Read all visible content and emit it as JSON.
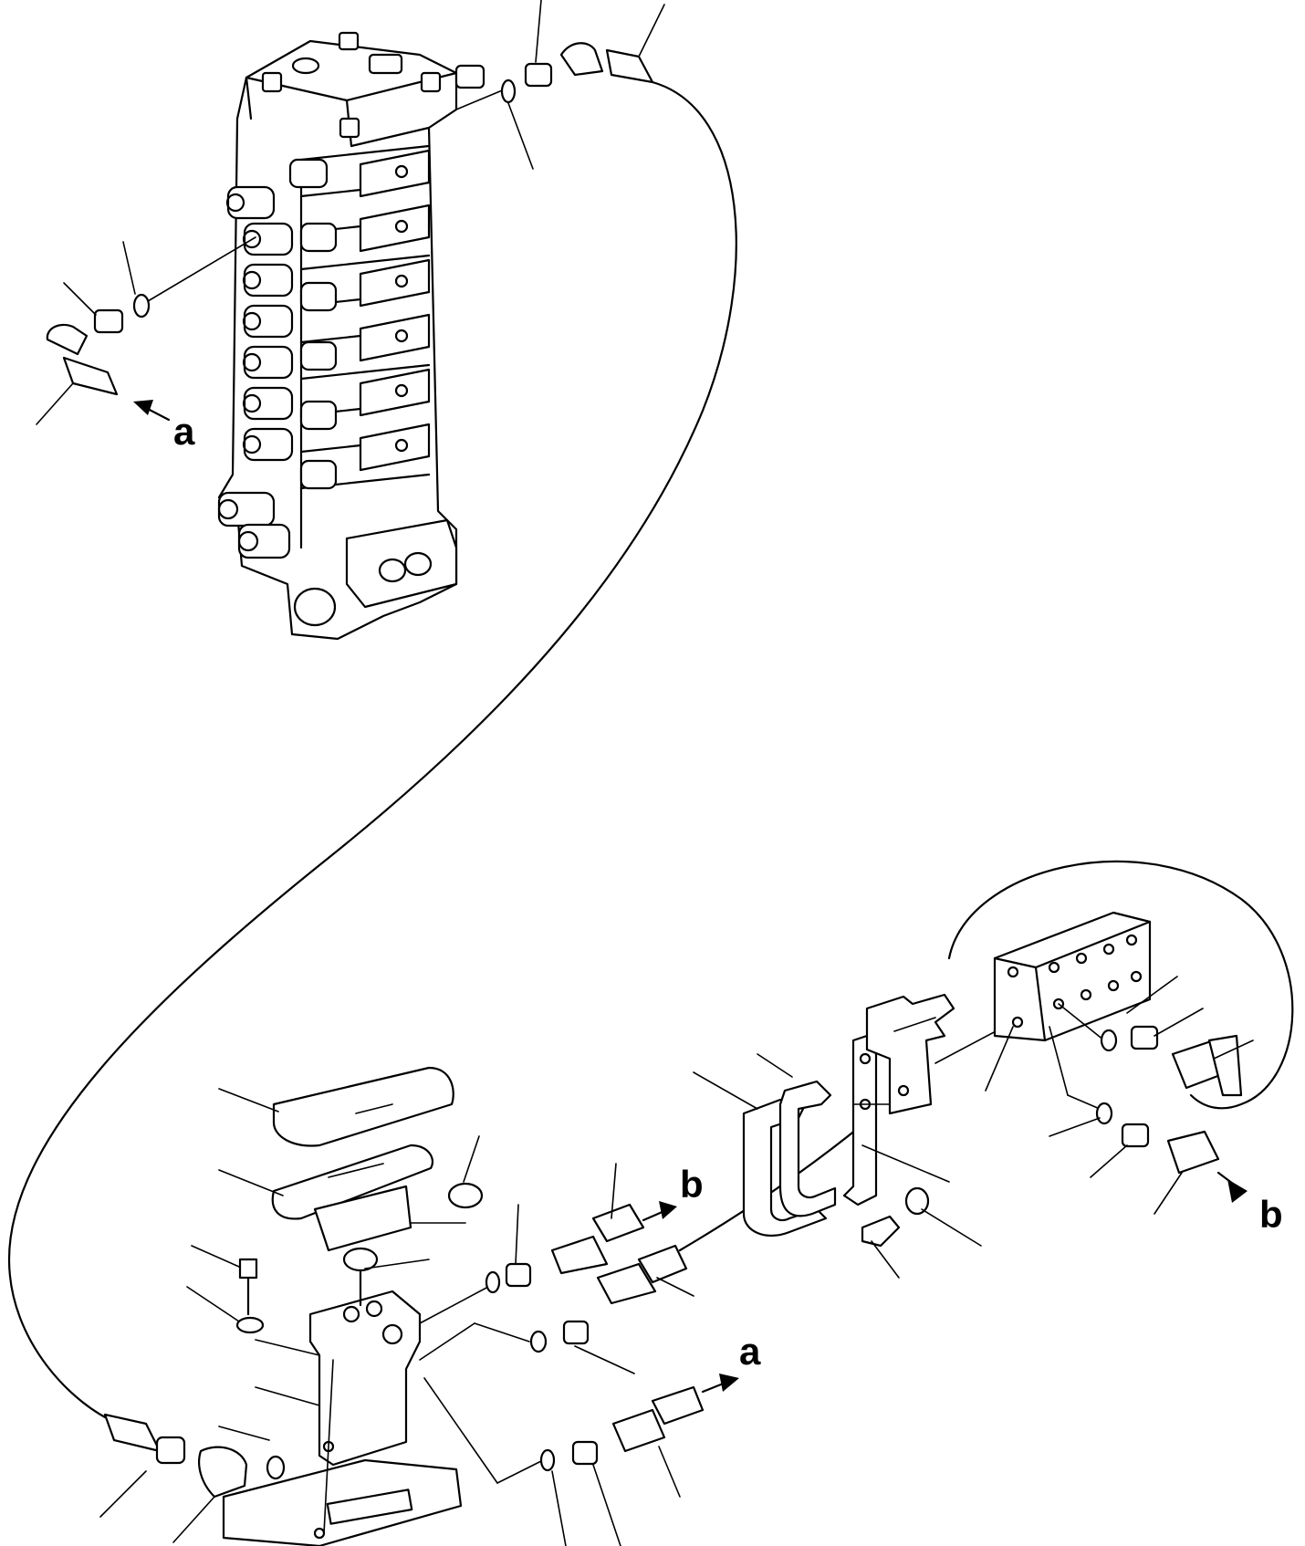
{
  "callouts": {
    "a_top": "a",
    "b_top": "b",
    "b_right": "b",
    "a_bottom": "a"
  },
  "colors": {
    "line": "#000000",
    "background": "#ffffff"
  }
}
